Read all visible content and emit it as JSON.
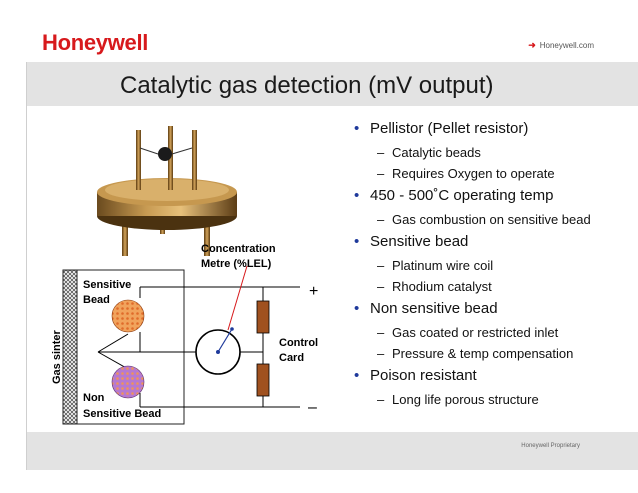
{
  "header": {
    "logo_text": "Honeywell",
    "site_link": "Honeywell.com",
    "brand_color": "#d7191c"
  },
  "title": "Catalytic gas detection (mV output)",
  "bullets": [
    {
      "text": "Pellistor (Pellet resistor)",
      "sub": [
        "Catalytic beads",
        "Requires Oxygen to operate"
      ]
    },
    {
      "text": "450 - 500˚C operating temp",
      "sub": [
        "Gas combustion on sensitive bead"
      ]
    },
    {
      "text": "Sensitive bead",
      "sub": [
        "Platinum wire coil",
        "Rhodium catalyst"
      ]
    },
    {
      "text": "Non sensitive bead",
      "sub": [
        "Gas coated or restricted inlet",
        "Pressure & temp compensation"
      ]
    },
    {
      "text": "Poison resistant",
      "sub": [
        "Long life porous structure"
      ]
    }
  ],
  "diagram": {
    "meter_label_line1": "Concentration",
    "meter_label_line2": "Metre (%LEL)",
    "sensitive_label_line1": "Sensitive",
    "sensitive_label_line2": "Bead",
    "non_sensitive_label_line1": "Non",
    "non_sensitive_label_line2": "Sensitive Bead",
    "gas_sinter_label": "Gas sinter",
    "control_card_line1": "Control",
    "control_card_line2": "Card",
    "plus_sign": "+",
    "minus_sign": "–"
  },
  "footer": {
    "proprietary": "Honeywell Proprietary"
  }
}
